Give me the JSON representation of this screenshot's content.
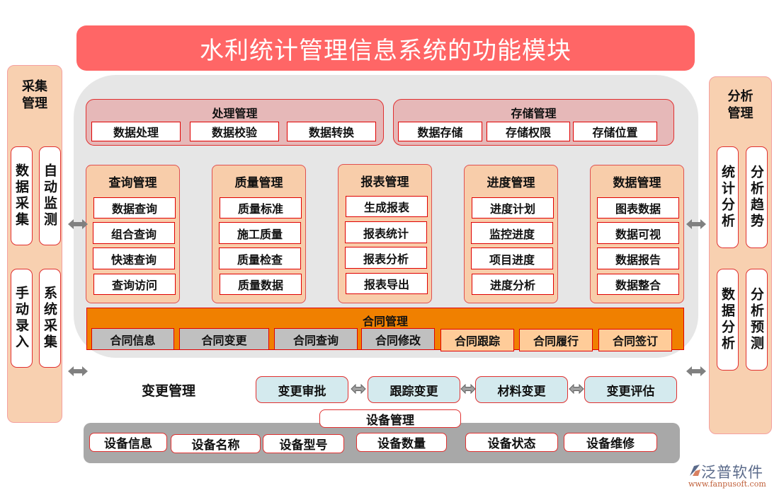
{
  "title": "水利统计管理信息系统的功能模块",
  "colors": {
    "title_bg": "#ff6666",
    "side_panel_bg": "#f8d0b0",
    "main_area_bg": "#e6e6e6",
    "top_group_bg": "#e6b8b8",
    "column_group_bg": "#f8cdaa",
    "contract_bg": "#f08000",
    "contract_item_grey": "#c0c0c0",
    "contract_item_peach": "#ffcc99",
    "change_box_bg": "#d4eaee",
    "equipment_area_bg": "#a8a8a8",
    "border_red": "#e00000",
    "arrow_grey": "#808080"
  },
  "left_panel": {
    "title": "采集管理",
    "title_lines": [
      "采集",
      "管理"
    ],
    "items": [
      "数据采集",
      "自动监测",
      "手动录入",
      "系统采集"
    ]
  },
  "right_panel": {
    "title": "分析管理",
    "title_lines": [
      "分析",
      "管理"
    ],
    "items": [
      "统计分析",
      "分析趋势",
      "数据分析",
      "分析预测"
    ]
  },
  "top_groups": [
    {
      "title": "处理管理",
      "items": [
        "数据处理",
        "数据校验",
        "数据转换"
      ]
    },
    {
      "title": "存储管理",
      "items": [
        "数据存储",
        "存储权限",
        "存储位置"
      ]
    }
  ],
  "column_groups": [
    {
      "title": "查询管理",
      "items": [
        "数据查询",
        "组合查询",
        "快速查询",
        "查询访问"
      ]
    },
    {
      "title": "质量管理",
      "items": [
        "质量标准",
        "施工质量",
        "质量检查",
        "质量数据"
      ]
    },
    {
      "title": "报表管理",
      "items": [
        "生成报表",
        "报表统计",
        "报表分析",
        "报表导出"
      ]
    },
    {
      "title": "进度管理",
      "items": [
        "进度计划",
        "监控进度",
        "项目进度",
        "进度分析"
      ]
    },
    {
      "title": "数据管理",
      "items": [
        "图表数据",
        "数据可视",
        "数据报告",
        "数据整合"
      ]
    }
  ],
  "contract": {
    "title": "合同管理",
    "items": [
      "合同信息",
      "合同变更",
      "合同查询",
      "合同修改",
      "合同跟踪",
      "合同履行",
      "合同签订"
    ]
  },
  "change": {
    "title": "变更管理",
    "items": [
      "变更审批",
      "跟踪变更",
      "材料变更",
      "变更评估"
    ]
  },
  "equipment": {
    "title": "设备管理",
    "items": [
      "设备信息",
      "设备名称",
      "设备型号",
      "设备数量",
      "设备状态",
      "设备维修"
    ]
  },
  "logo": {
    "name": "泛普软件",
    "url": "www.fanpusoft.com"
  },
  "icons": {
    "double_arrow": "double-headed-arrow",
    "logo_mark": "fanpu-logo-mark"
  }
}
